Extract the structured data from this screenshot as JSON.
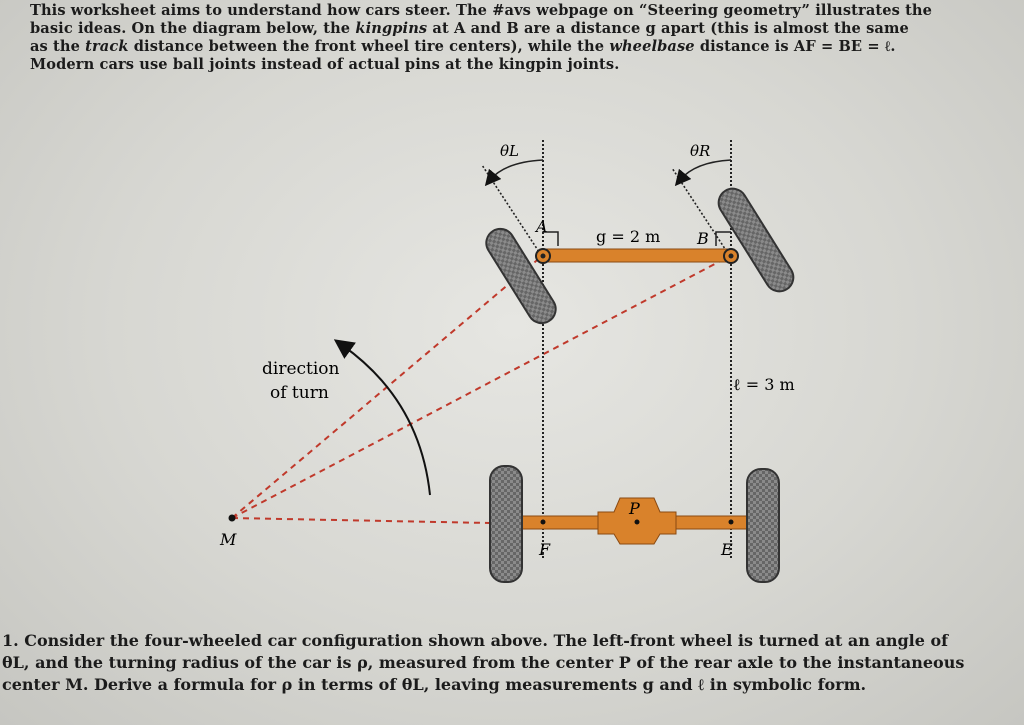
{
  "intro": {
    "line1": "This worksheet aims to understand how cars steer. The #avs webpage on “Steering geometry” illustrates the",
    "line2a": "basic ideas. On the diagram below, the ",
    "line2_em": "kingpins",
    "line2b": " at A and B are a distance g apart (this is almost the same",
    "line3a": "as the ",
    "line3_em1": "track",
    "line3b": " distance between the front wheel tire centers), while the ",
    "line3_em2": "wheelbase",
    "line3c": " distance is AF = BE = ℓ.",
    "line4": "Modern cars use ball joints instead of actual pins at the kingpin joints."
  },
  "diagram": {
    "theta_left": "θL",
    "theta_right": "θR",
    "label_A": "A",
    "label_B": "B",
    "label_g": "g = 2 m",
    "label_l": "ℓ = 3 m",
    "direction_line1": "direction",
    "direction_line2": "of turn",
    "label_M": "M",
    "label_P": "P",
    "label_F": "F",
    "label_E": "E",
    "colors": {
      "axle": "#d9822b",
      "tire": "#555555",
      "dash": "#c0392b"
    }
  },
  "question": {
    "line1": "1.  Consider the four-wheeled car configuration shown above. The left-front wheel is turned at an angle of",
    "line2": "θL, and the turning radius of the car is ρ, measured from the center P of the rear axle to the instantaneous",
    "line3": "center M. Derive a formula for ρ in terms of θL, leaving measurements g and ℓ in symbolic form."
  }
}
